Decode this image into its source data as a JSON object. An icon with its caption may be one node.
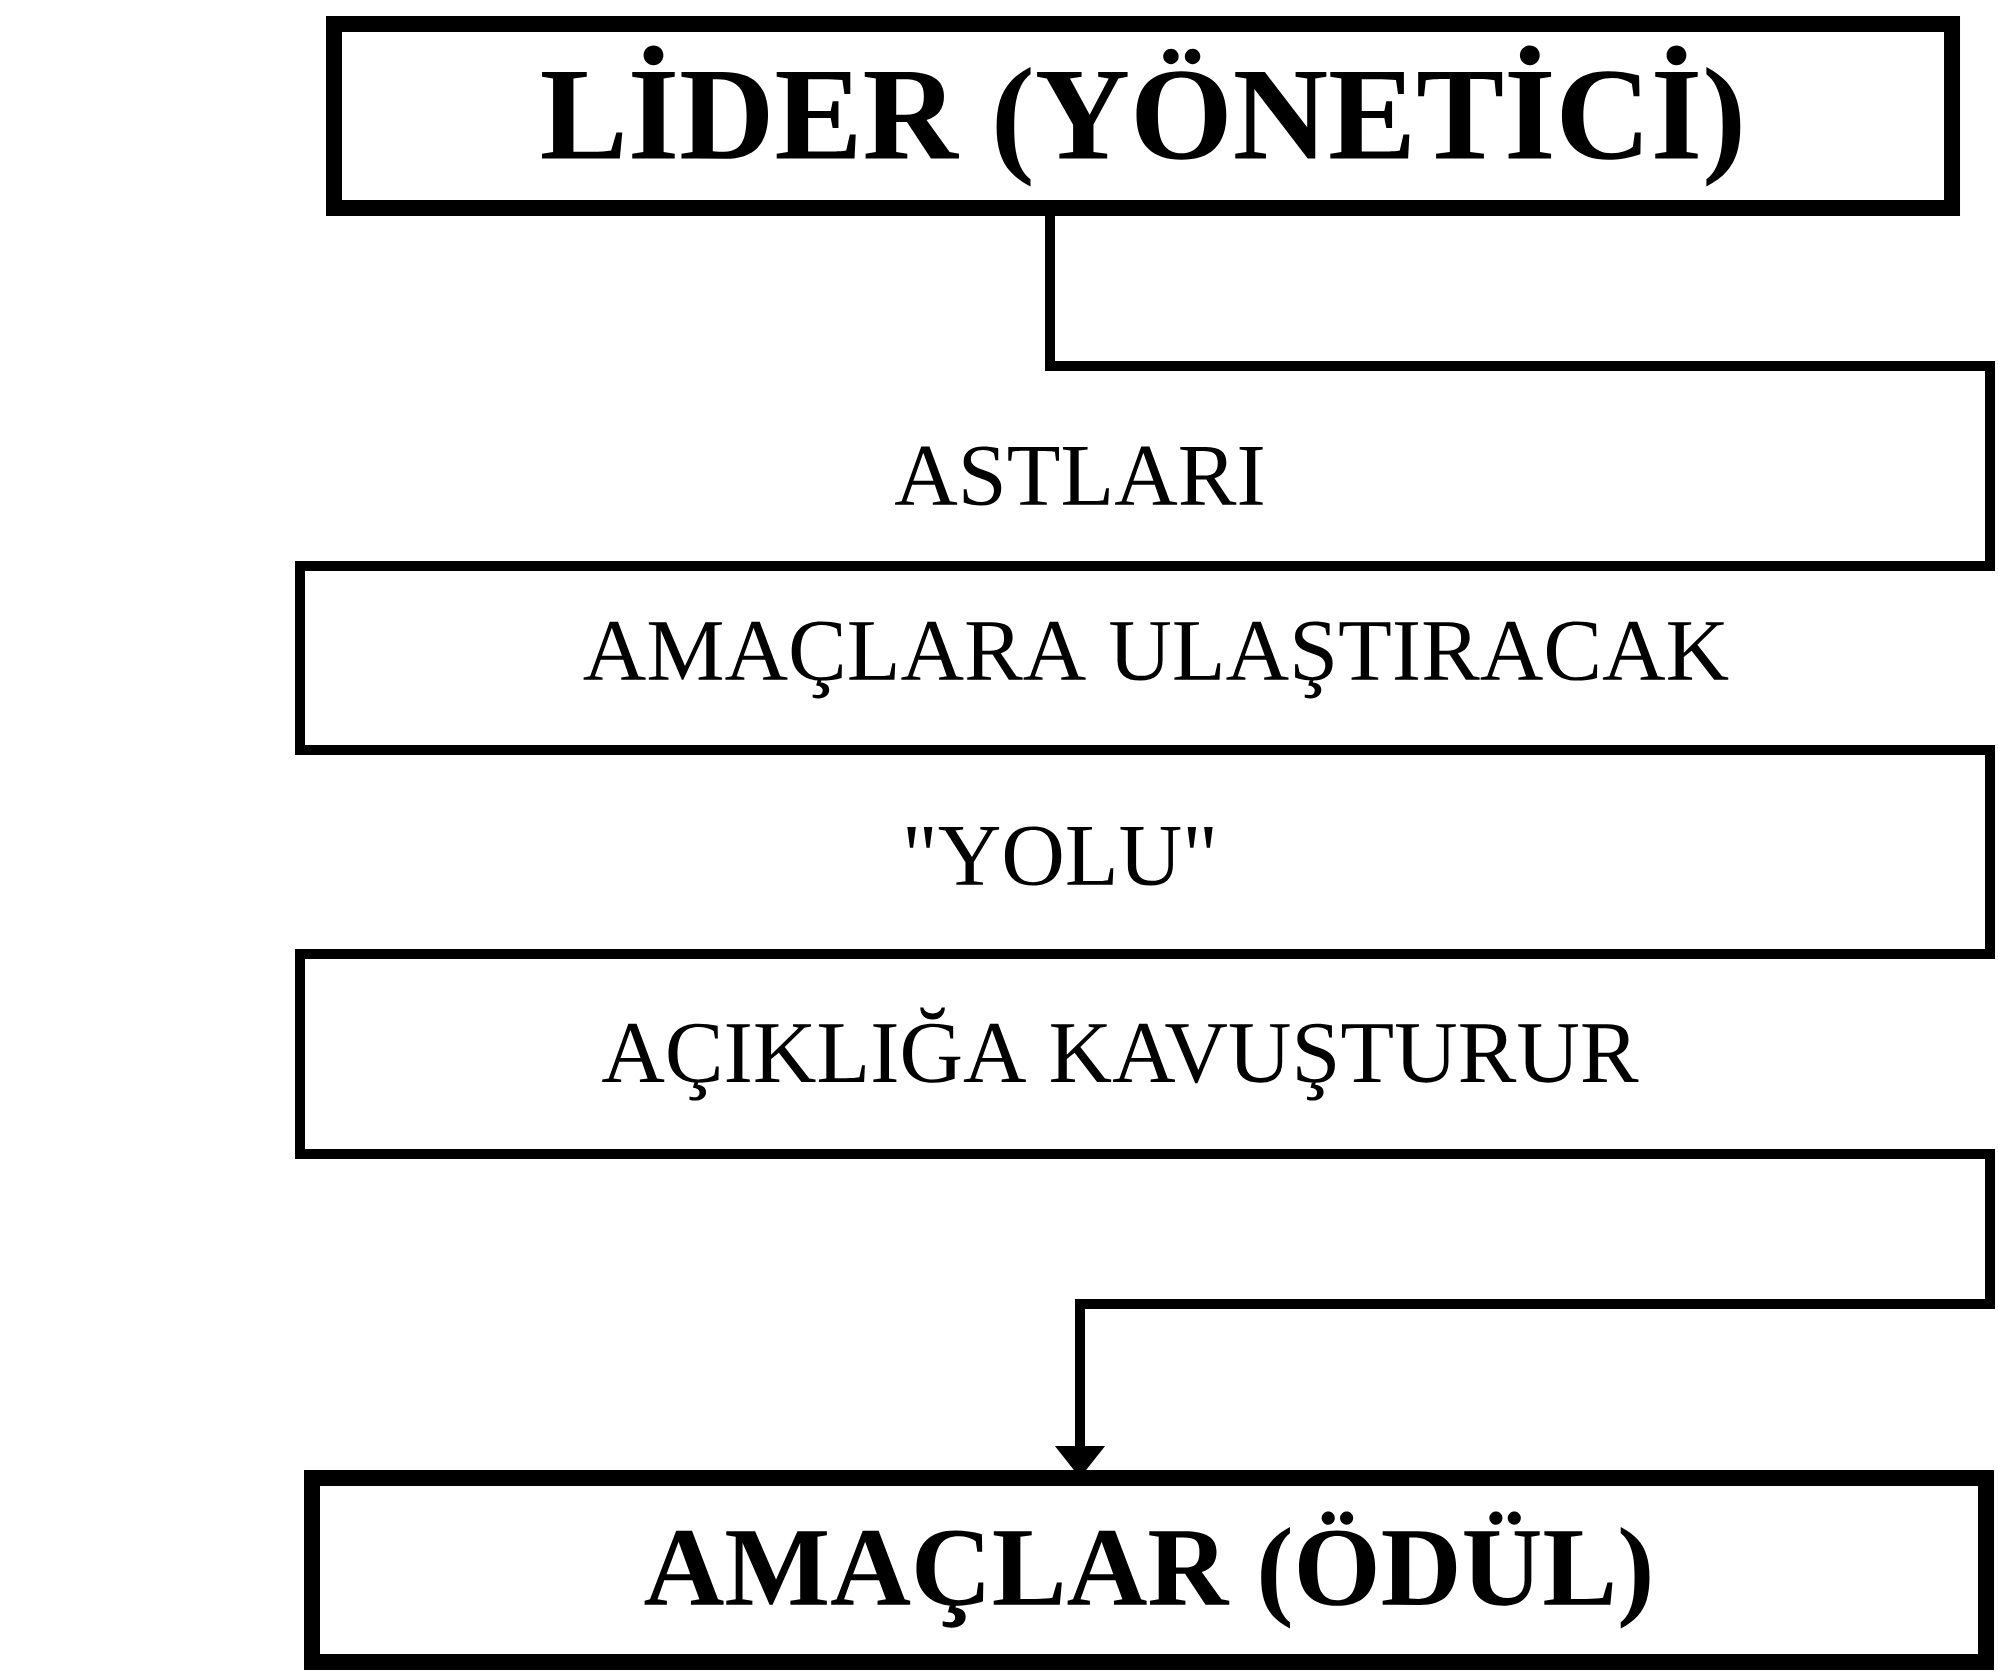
{
  "diagram": {
    "nodes": [
      {
        "text": [
          "LİDER (YÖNETİCİ)"
        ]
      },
      {
        "text": [
          "AMAÇLAR (ÖDÜL)"
        ]
      }
    ],
    "edges": [
      {
        "from": 0,
        "to": 1,
        "arrow": "to"
      }
    ],
    "labels": [
      "ASTLARI",
      "AMAÇLARA ULAŞTIRACAK",
      "\"YOLU\"",
      "AÇIKLIĞA KAVUŞTURUR"
    ]
  }
}
